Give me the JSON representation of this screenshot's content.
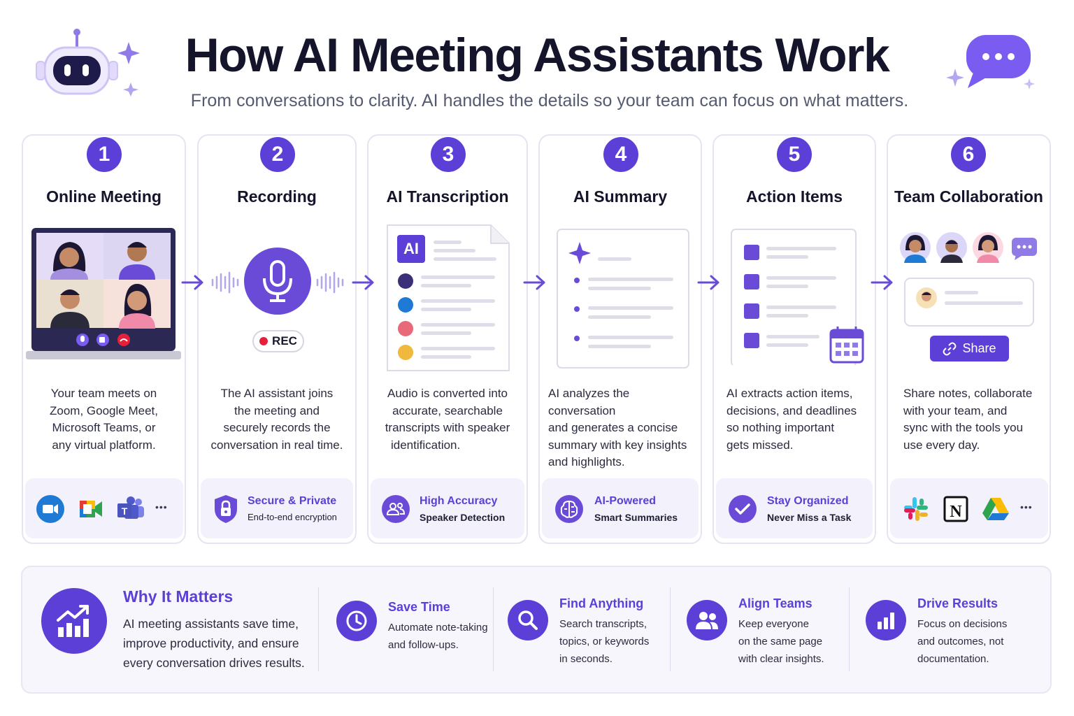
{
  "header": {
    "title": "How AI Meeting Assistants Work",
    "subtitle": "From conversations to clarity. AI handles the details so your team can focus on what matters."
  },
  "steps": [
    {
      "number": "1",
      "title": "Online Meeting",
      "lines": [
        "Your team meets on",
        "Zoom, Google Meet,",
        "Microsoft Teams, or",
        "any virtual platform."
      ]
    },
    {
      "number": "2",
      "title": "Recording",
      "rec_label": "REC",
      "lines": [
        "The AI assistant joins",
        "the meeting and",
        "securely records the",
        "conversation in real time."
      ],
      "footer_title": "Secure & Private",
      "footer_sub": "End-to-end encryption"
    },
    {
      "number": "3",
      "title": "AI Transcription",
      "doc_badge": "AI",
      "lines": [
        "Audio is converted into",
        "accurate, searchable",
        "transcripts with speaker",
        "identification."
      ],
      "footer_title": "High Accuracy",
      "footer_sub": "Speaker Detection"
    },
    {
      "number": "4",
      "title": "AI Summary",
      "lines": [
        "AI analyzes the conversation",
        "and generates a concise",
        "summary with key insights",
        "and highlights."
      ],
      "footer_title": "AI-Powered",
      "footer_sub": "Smart Summaries"
    },
    {
      "number": "5",
      "title": "Action Items",
      "lines": [
        "AI extracts action items,",
        "decisions, and deadlines",
        "so nothing important",
        "gets missed."
      ],
      "footer_title": "Stay Organized",
      "footer_sub": "Never Miss a Task"
    },
    {
      "number": "6",
      "title": "Team Collaboration",
      "share_label": "Share",
      "lines": [
        "Share notes, collaborate",
        "with your team, and",
        "sync with the tools you",
        "use every day."
      ]
    }
  ],
  "more_label": "•••",
  "benefits": {
    "why": {
      "title": "Why It Matters",
      "lines": [
        "AI meeting assistants save time,",
        "improve productivity, and ensure",
        "every conversation drives results."
      ]
    },
    "items": [
      {
        "title": "Save Time",
        "lines": [
          "Automate note-taking",
          "and follow-ups."
        ],
        "icon": "clock-icon"
      },
      {
        "title": "Find Anything",
        "lines": [
          "Search transcripts,",
          "topics, or keywords",
          "in seconds."
        ],
        "icon": "search-icon"
      },
      {
        "title": "Align Teams",
        "lines": [
          "Keep everyone",
          "on the same page",
          "with clear insights."
        ],
        "icon": "team-icon"
      },
      {
        "title": "Drive Results",
        "lines": [
          "Focus on decisions",
          "and outcomes, not",
          "documentation."
        ],
        "icon": "bar-chart-icon"
      }
    ]
  },
  "colors": {
    "accent": "#5b3fd6",
    "accent_light": "#efedfb",
    "rec_red": "#e5213a"
  }
}
